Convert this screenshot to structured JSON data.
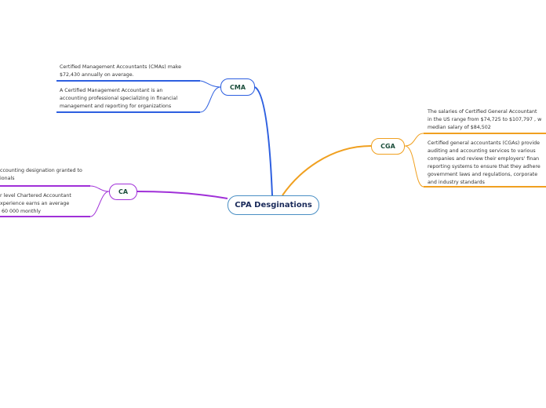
{
  "central": {
    "label": "CPA Desginations"
  },
  "branches": {
    "cma": {
      "label": "CMA",
      "color": "#2d5fe0",
      "leaves": [
        {
          "lines": [
            "Certified Management Accountants (CMAs) make",
            "$72,430 annually on average."
          ]
        },
        {
          "lines": [
            "A Certified Management Accountant is an",
            "accounting professional specializing in financial",
            "management and reporting for organizations"
          ]
        }
      ]
    },
    "cga": {
      "label": "CGA",
      "color": "#f0a020",
      "leaves": [
        {
          "lines": [
            "The salaries of Certified General Accountant",
            "in the US range from $74,725 to $107,797 , w",
            "median salary of $84,502"
          ]
        },
        {
          "lines": [
            "Certified general accountants (CGAs) provide",
            "auditing and accounting services to various",
            "companies and review their employers' finan",
            "reporting systems to ensure that they adhere",
            "government laws and regulations, corporate",
            "and industry standards"
          ]
        }
      ]
    },
    "ca": {
      "label": "CA",
      "color": "#a030d8",
      "leaves": [
        {
          "lines": [
            "ccounting designation granted to",
            "ionals"
          ]
        },
        {
          "lines": [
            "r level Chartered Accountant",
            "xperience earns an average",
            " 60 000 monthly"
          ]
        }
      ]
    }
  }
}
